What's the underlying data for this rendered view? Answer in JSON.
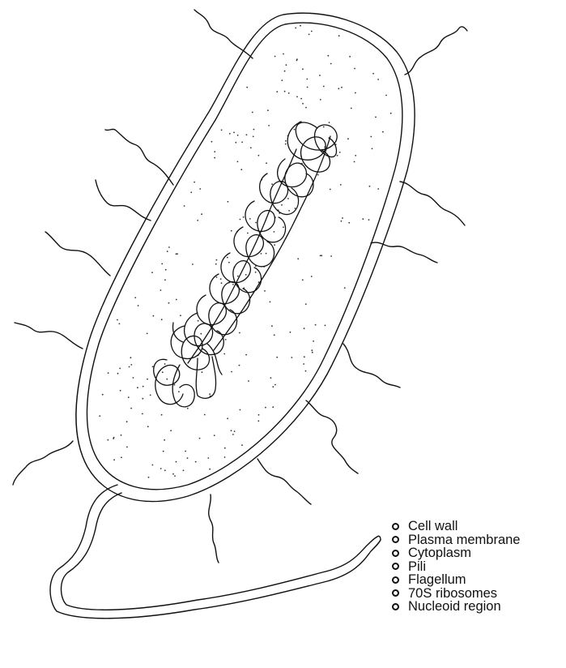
{
  "diagram": {
    "legend": [
      {
        "label": "Cell wall"
      },
      {
        "label": "Plasma membrane"
      },
      {
        "label": "Cytoplasm"
      },
      {
        "label": "Pili"
      },
      {
        "label": "Flagellum"
      },
      {
        "label": "70S ribosomes"
      },
      {
        "label": "Nucleoid region"
      }
    ]
  }
}
